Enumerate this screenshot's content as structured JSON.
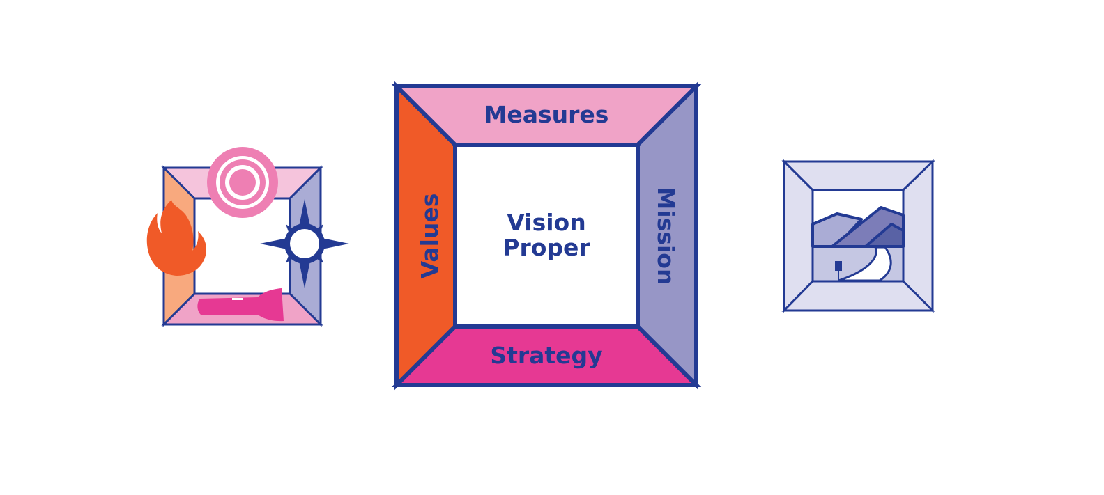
{
  "diagram": {
    "title": "Vision framework",
    "center": {
      "label_line1": "Vision",
      "label_line2": "Proper"
    },
    "sides": {
      "top": {
        "label": "Measures",
        "color": "#F0A3C7"
      },
      "left": {
        "label": "Values",
        "color": "#F05A28"
      },
      "right": {
        "label": "Mission",
        "color": "#9796C6"
      },
      "bottom": {
        "label": "Strategy",
        "color": "#E63993"
      }
    },
    "colors": {
      "outline": "#233A93",
      "text": "#233A93",
      "background": "#FFFFFF"
    }
  },
  "left_icon": {
    "name": "vision-icons-frame",
    "icons": [
      "target-icon",
      "flame-icon",
      "compass-icon",
      "flashlight-icon"
    ],
    "colors": {
      "top": "#F5C4DC",
      "left": "#F8A97E",
      "right": "#AAACD5",
      "bottom": "#F0A3C7",
      "target": "#EE7FB3",
      "flame": "#F05A28",
      "flashlight": "#E63993",
      "compass": "#233A93"
    }
  },
  "right_icon": {
    "name": "landscape-frame",
    "colors": {
      "frame": "#DFDFF0",
      "mountain_light": "#AAACD5",
      "mountain_mid": "#7C7DB8",
      "mountain_dark": "#5962A5",
      "ground": "#C5C7E3"
    }
  }
}
